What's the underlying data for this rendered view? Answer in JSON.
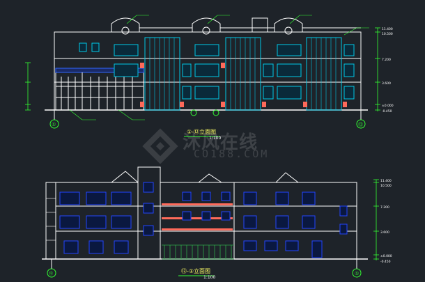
{
  "drawing": {
    "title_1": "①-⑫立面图",
    "scale_1": "1:100",
    "title_2": "⑫-①立面图",
    "scale_2": "1:100",
    "axis_left": "①",
    "axis_right": "⑫",
    "axis_mid": "⑥",
    "axis_mid2": "⑦"
  },
  "levels_top": [
    "11.400",
    "10.500",
    "7.200",
    "3.600",
    "±0.000",
    "-0.450"
  ],
  "levels_bottom": [
    "11.400",
    "10.500",
    "7.200",
    "3.600",
    "±0.000",
    "-0.450"
  ],
  "watermark": {
    "cn": "沐风在线",
    "en": "CO188.COM"
  },
  "colors": {
    "background": "#1e2329",
    "line": "#ffffff",
    "window": "#00c8e6",
    "window_frame": "#2244ff",
    "dimension": "#33ff33",
    "accent": "#ff6a5a",
    "label": "#ffff66"
  }
}
